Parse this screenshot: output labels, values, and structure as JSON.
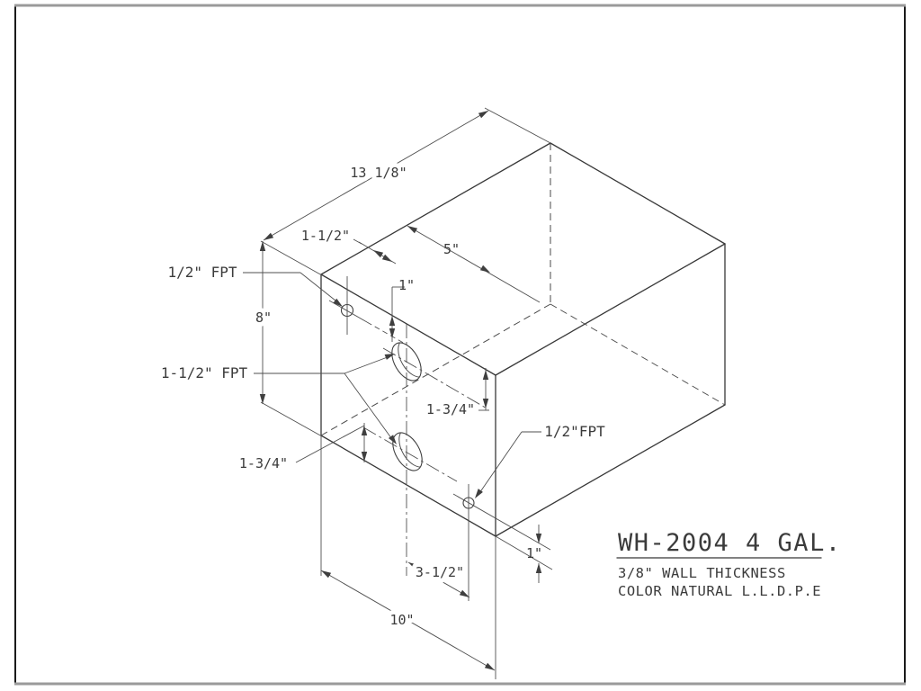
{
  "drawing": {
    "dimensions": {
      "depth": "13 1/8\"",
      "height": "8\"",
      "width": "10\"",
      "top_fitting_offset": "1-1/2\"",
      "hole_plane_offset": "5\"",
      "top_fitting_drop": "1\"",
      "upper_hole_offset": "1-3/4\"",
      "lower_hole_offset": "1-3/4\"",
      "hole_spacing": "3-1/2\"",
      "drain_height": "1\""
    },
    "labels": {
      "fitting_top": "1/2\" FPT",
      "fitting_mid": "1-1/2\" FPT",
      "fitting_bottom": "1/2\"FPT"
    },
    "title_block": {
      "model": "WH-2004 4 GAL.",
      "wall": "3/8\" WALL THICKNESS",
      "color": "COLOR NATURAL L.L.D.P.E"
    }
  }
}
